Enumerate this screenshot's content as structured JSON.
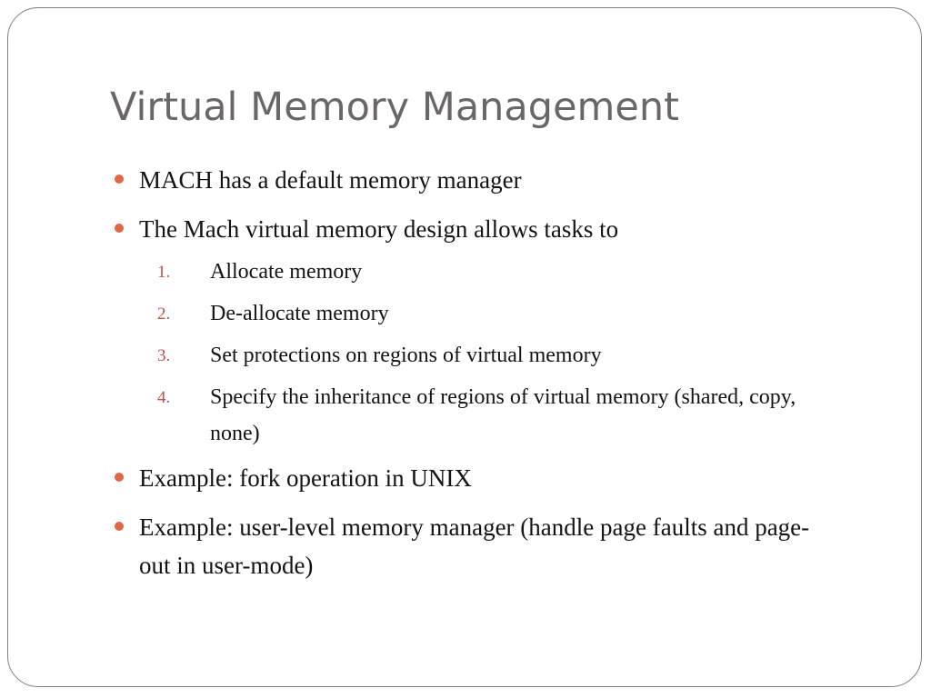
{
  "slide": {
    "title": "Virtual Memory Management",
    "bullets_top": [
      "MACH has a default memory manager",
      "The Mach virtual memory design allows tasks to"
    ],
    "subitems": [
      {
        "num": "1.",
        "text": "Allocate memory"
      },
      {
        "num": "2.",
        "text": "De-allocate memory"
      },
      {
        "num": "3.",
        "text": "Set protections on regions of virtual memory"
      },
      {
        "num": "4.",
        "text": "Specify the inheritance of regions of virtual memory (shared, copy, none)"
      }
    ],
    "bullets_bottom": [
      "Example: fork operation in UNIX",
      "Example: user-level memory manager (handle page faults and page-out in user-mode)"
    ]
  },
  "colors": {
    "bullet": "#e0684a",
    "number": "#c0504d",
    "title": "#6b6767",
    "border": "#7f7f7f"
  },
  "icons": {
    "bullet": "bullet-dot-icon"
  }
}
